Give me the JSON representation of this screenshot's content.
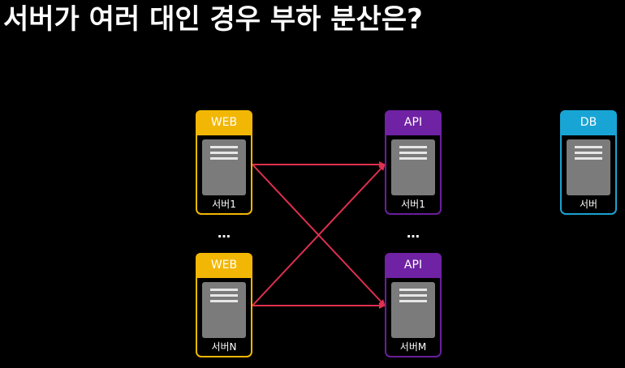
{
  "title": "서버가 여러 대인 경우 부하 분산은?",
  "web_servers": [
    {
      "header": "WEB",
      "label": "서버1"
    },
    {
      "header": "WEB",
      "label": "서버N"
    }
  ],
  "api_servers": [
    {
      "header": "API",
      "label": "서버1"
    },
    {
      "header": "API",
      "label": "서버M"
    }
  ],
  "db_server": {
    "header": "DB",
    "label": "서버"
  },
  "ellipsis": "…",
  "colors": {
    "background": "#000000",
    "web": "#f2b705",
    "api": "#6f22a3",
    "db": "#18a5d6",
    "connection": "#e0304f",
    "server_body": "#7b7b7b"
  }
}
